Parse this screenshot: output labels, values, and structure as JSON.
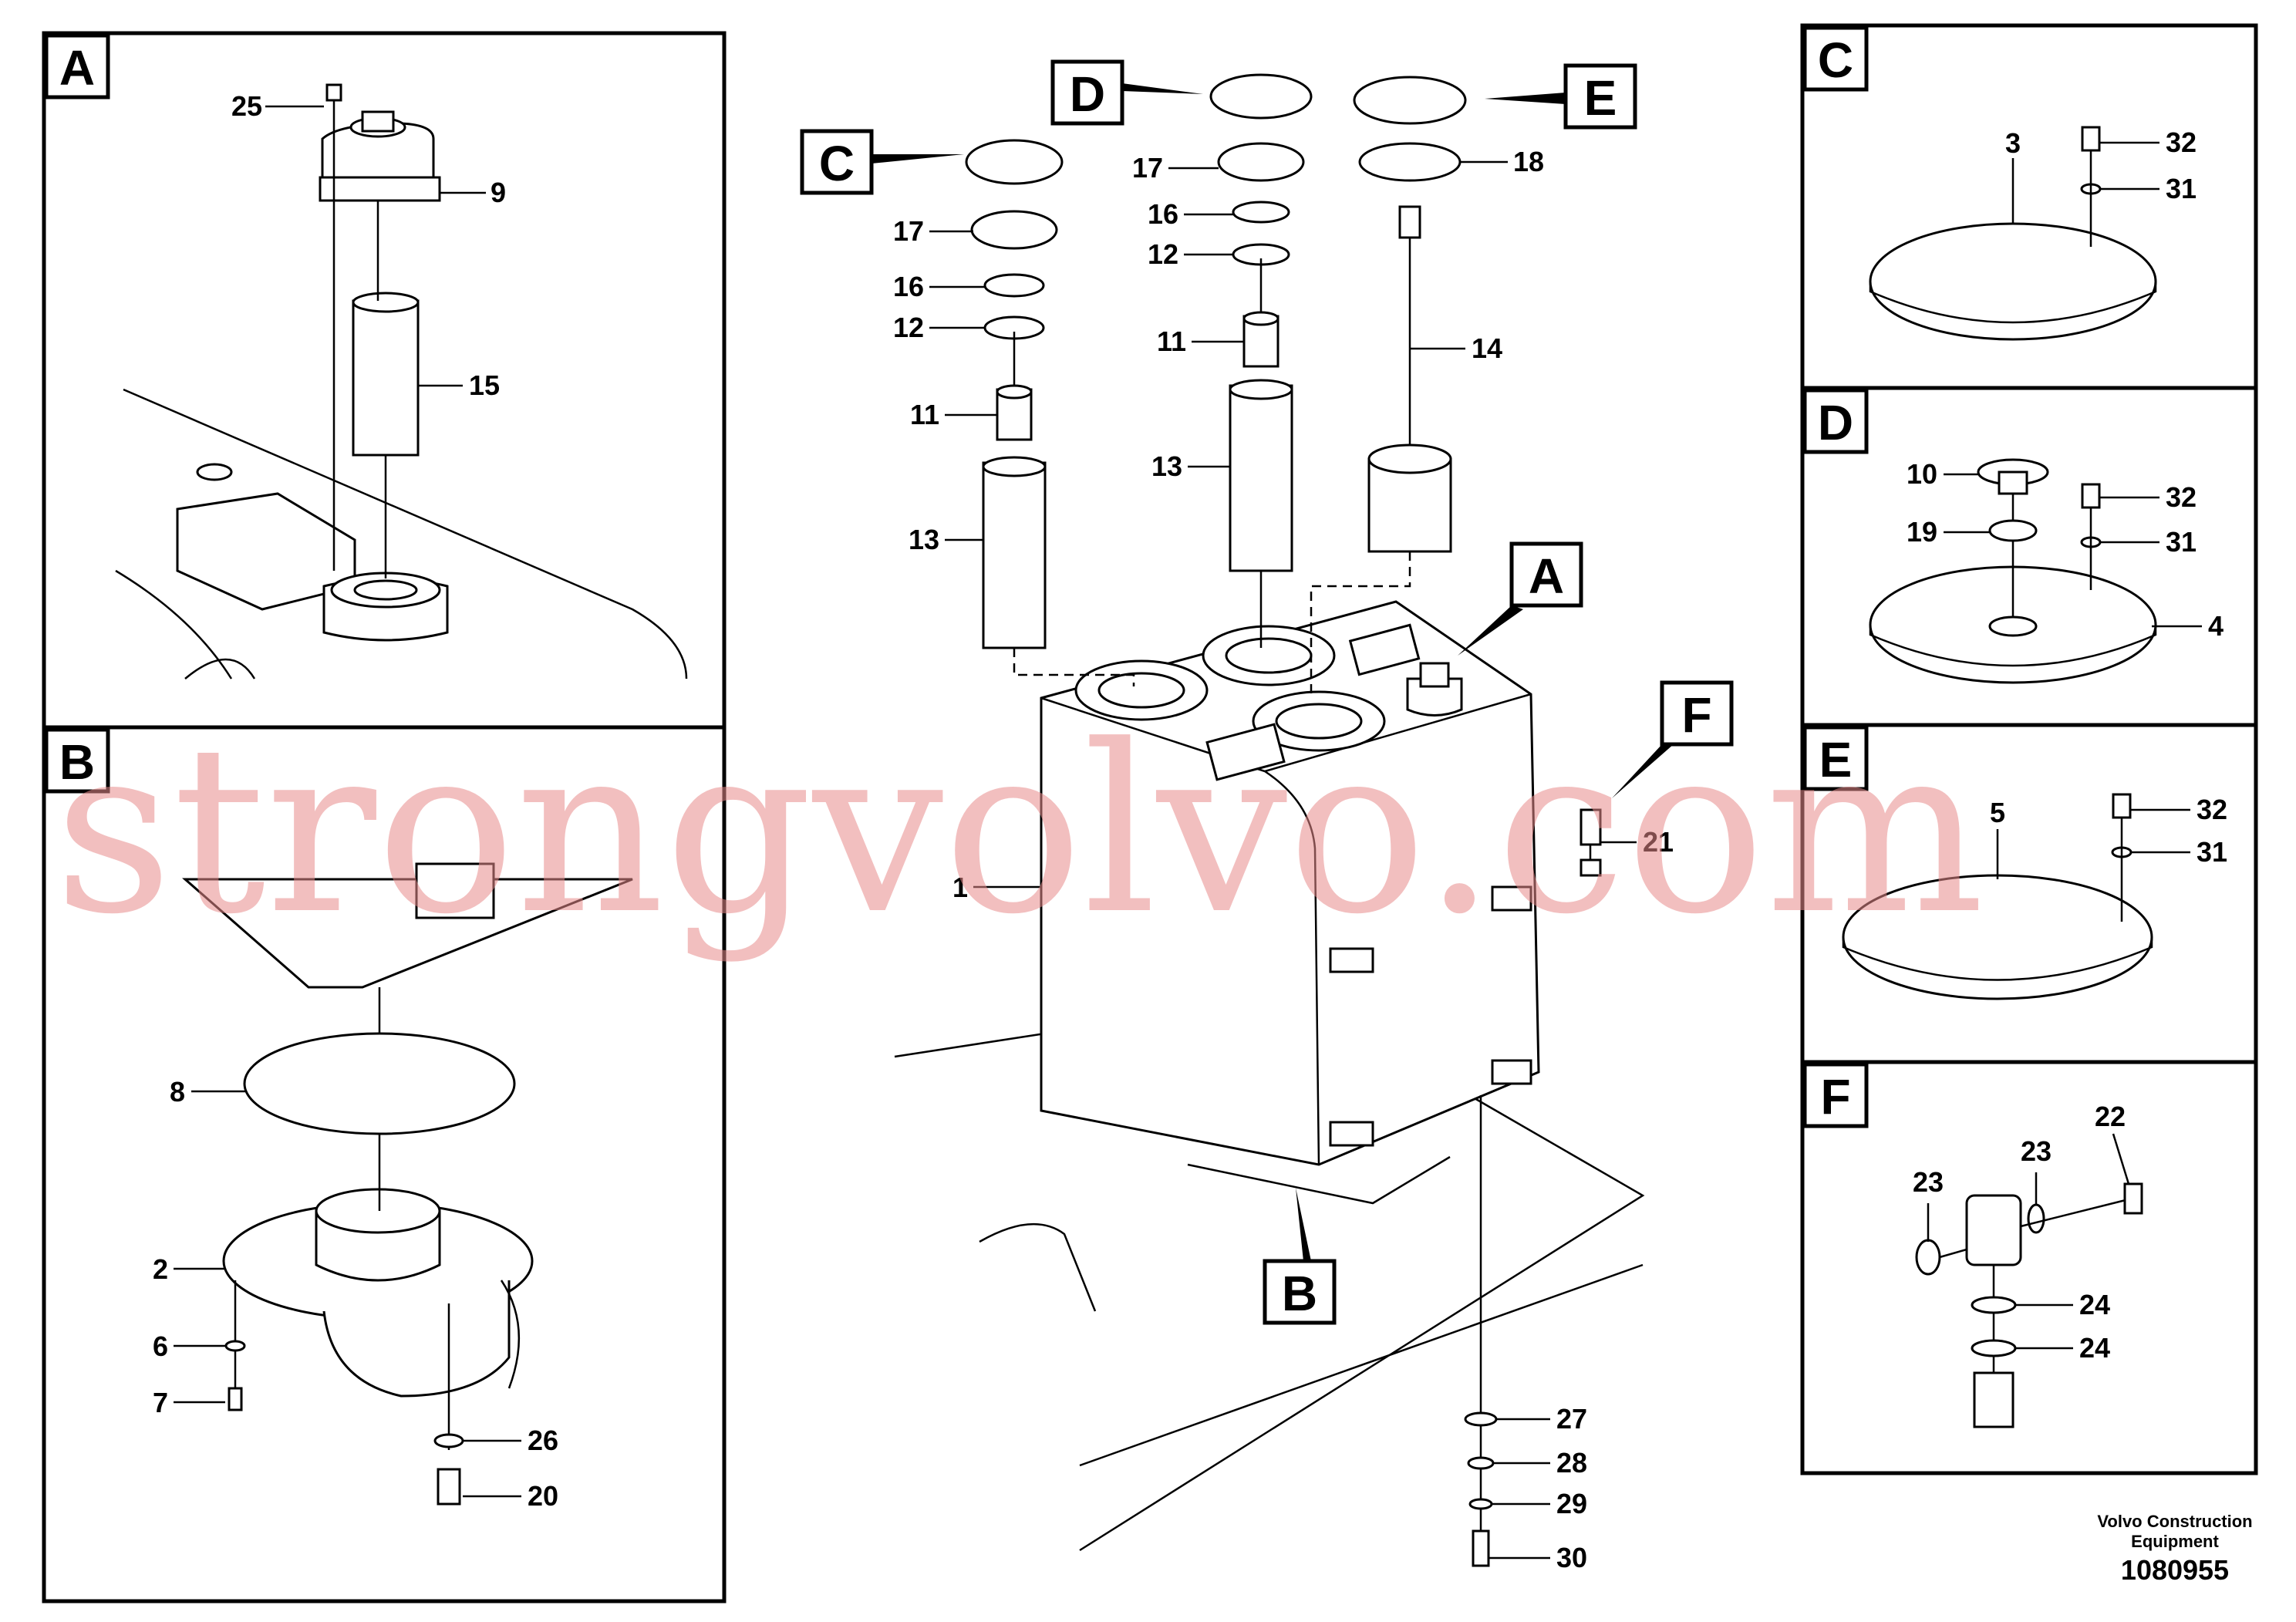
{
  "panels": {
    "A": "A",
    "B": "B",
    "C": "C",
    "D": "D",
    "E": "E",
    "F": "F"
  },
  "callouts": {
    "A": "A",
    "B": "B",
    "C": "C",
    "D": "D",
    "E": "E",
    "F": "F"
  },
  "parts": {
    "p1": "1",
    "p2": "2",
    "p3": "3",
    "p4": "4",
    "p5": "5",
    "p6": "6",
    "p7": "7",
    "p8": "8",
    "p9": "9",
    "p10": "10",
    "p11": "11",
    "p12": "12",
    "p13": "13",
    "p14": "14",
    "p15": "15",
    "p16": "16",
    "p17": "17",
    "p18": "18",
    "p19": "19",
    "p20": "20",
    "p21": "21",
    "p22": "22",
    "p23": "23",
    "p24": "24",
    "p25": "25",
    "p26": "26",
    "p27": "27",
    "p28": "28",
    "p29": "29",
    "p30": "30",
    "p31": "31",
    "p32": "32"
  },
  "footer": {
    "company_line1": "Volvo Construction",
    "company_line2": "Equipment",
    "doc_number": "1080955"
  },
  "watermark": "strongvolvo.com"
}
